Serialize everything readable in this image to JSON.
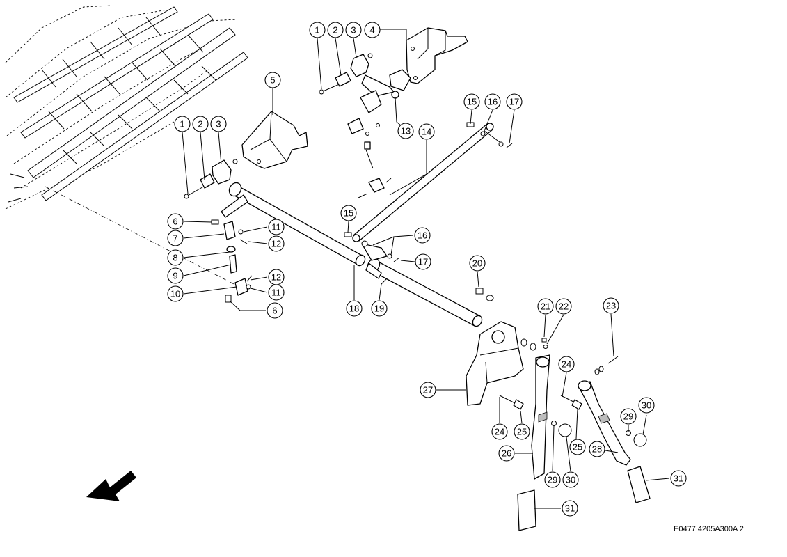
{
  "drawing": {
    "reference": "E0477 4205A300A 2",
    "callouts": [
      "1",
      "2",
      "3",
      "4",
      "5",
      "6",
      "7",
      "8",
      "9",
      "10",
      "11",
      "12",
      "13",
      "14",
      "15",
      "16",
      "17",
      "18",
      "19",
      "20",
      "21",
      "22",
      "23",
      "24",
      "25",
      "26",
      "27",
      "28",
      "29",
      "30",
      "31"
    ],
    "direction_arrow": "arrow-icon"
  }
}
